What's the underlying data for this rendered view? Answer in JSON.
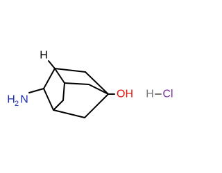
{
  "molecule": {
    "labels": {
      "h_top": "H",
      "h_amino": "H",
      "h_amino_subscript": "2",
      "n_amino": "N",
      "oh": "OH",
      "hcl_h": "H",
      "hcl_cl": "Cl"
    },
    "colors": {
      "bond": "#000000",
      "nitrogen": "#1f2db0",
      "oxygen": "#e0160c",
      "hydrogen": "#777777",
      "chlorine": "#7b2fa3",
      "carbon_h": "#000000"
    }
  }
}
